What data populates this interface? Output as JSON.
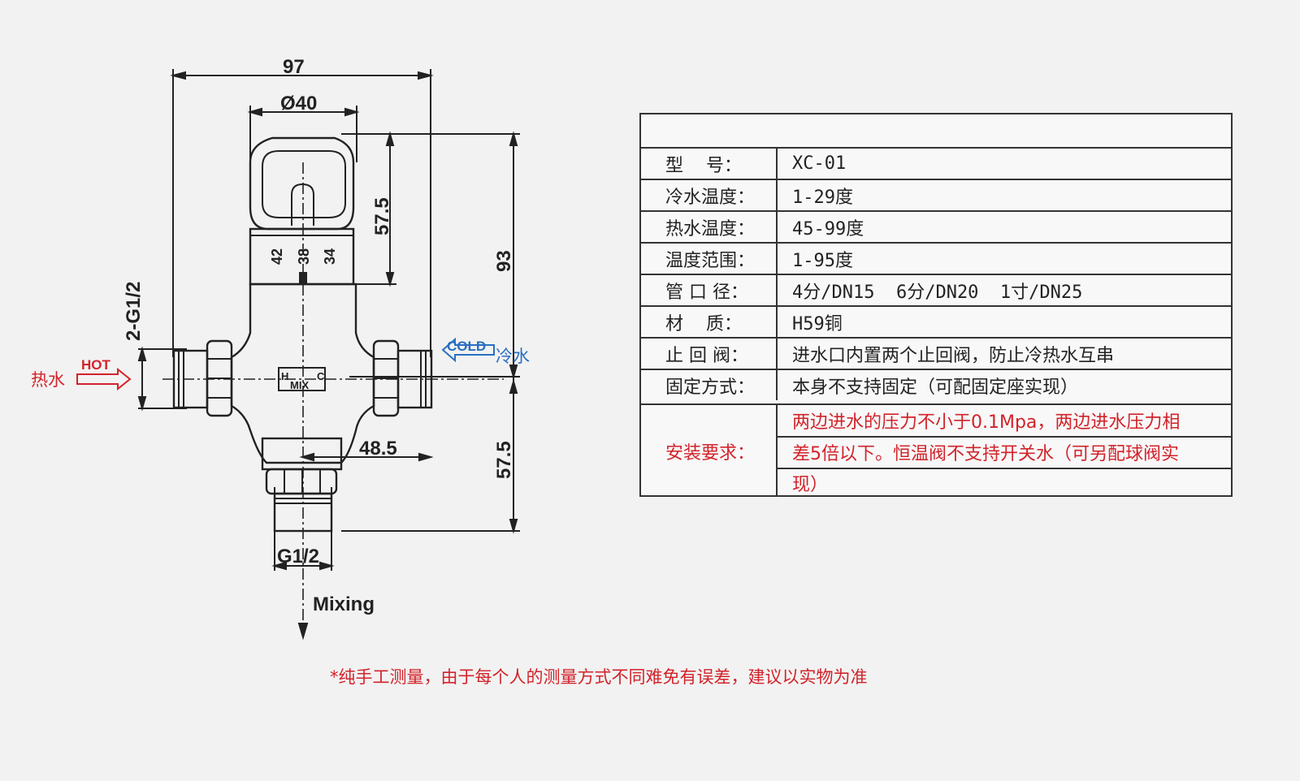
{
  "diagram": {
    "dim_total_width": "97",
    "dim_head_diameter": "Ø40",
    "dim_head_height": "57.5",
    "dim_body_height": "93",
    "dim_port_thread": "2-G1/2",
    "dim_half_width": "48.5",
    "dim_outlet_height": "57.5",
    "dim_outlet_thread": "G1/2",
    "scale_42": "42",
    "scale_38": "38",
    "scale_34": "34",
    "body_h": "H",
    "body_c": "C",
    "body_mix": "MIX",
    "hot_cn": "热水",
    "hot_en": "HOT",
    "cold_en": "COLD",
    "cold_cn": "冷水",
    "mixing": "Mixing",
    "colors": {
      "hot": "#d2232a",
      "cold": "#2b6fc1",
      "line": "#222222"
    }
  },
  "specs": [
    {
      "label": "型    号：",
      "value": "XC-01"
    },
    {
      "label": "冷水温度：",
      "value": "1-29度"
    },
    {
      "label": "热水温度：",
      "value": "45-99度"
    },
    {
      "label": "温度范围：",
      "value": "1-95度"
    },
    {
      "label": "管 口 径：",
      "value": "4分/DN15  6分/DN20  1寸/DN25"
    },
    {
      "label": "材    质：",
      "value": "H59铜"
    },
    {
      "label": "止 回 阀：",
      "value": "进水口内置两个止回阀，防止冷热水互串"
    },
    {
      "label": "固定方式：",
      "value": "本身不支持固定（可配固定座实现）"
    }
  ],
  "install": {
    "label": "安装要求：",
    "line1": "两边进水的压力不小于0.1Mpa，两边进水压力相",
    "line2": "差5倍以下。恒温阀不支持开关水（可另配球阀实",
    "line3": "现）"
  },
  "note": "*纯手工测量，由于每个人的测量方式不同难免有误差，建议以实物为准"
}
